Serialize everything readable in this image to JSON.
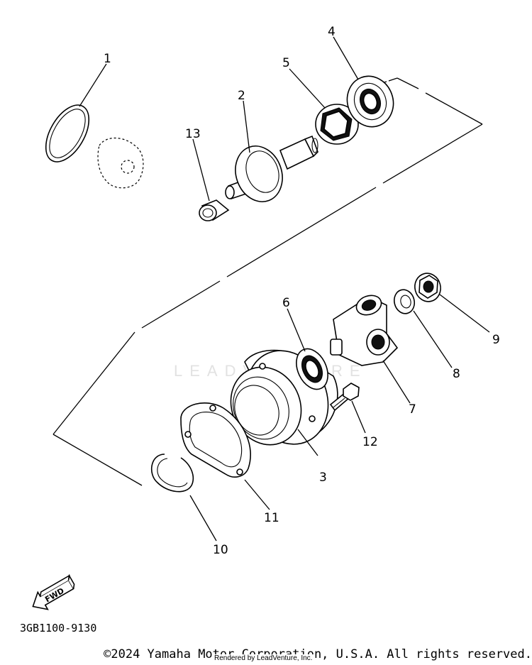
{
  "diagram": {
    "code": "3GB1100-9130",
    "fwd_label": "FWD",
    "watermark": "LEADVENTURE",
    "copyright": "©2024 Yamaha Motor Corporation, U.S.A. All rights reserved.",
    "rendered_by": "Rendered by LeadVenture, Inc."
  },
  "callouts": [
    {
      "id": "p1",
      "label": "1"
    },
    {
      "id": "p2",
      "label": "2"
    },
    {
      "id": "p3",
      "label": "3"
    },
    {
      "id": "p4",
      "label": "4"
    },
    {
      "id": "p5",
      "label": "5"
    },
    {
      "id": "p6",
      "label": "6"
    },
    {
      "id": "p7",
      "label": "7"
    },
    {
      "id": "p8",
      "label": "8"
    },
    {
      "id": "p9",
      "label": "9"
    },
    {
      "id": "p10",
      "label": "10"
    },
    {
      "id": "p11",
      "label": "11"
    },
    {
      "id": "p12",
      "label": "12"
    },
    {
      "id": "p13",
      "label": "13"
    }
  ]
}
